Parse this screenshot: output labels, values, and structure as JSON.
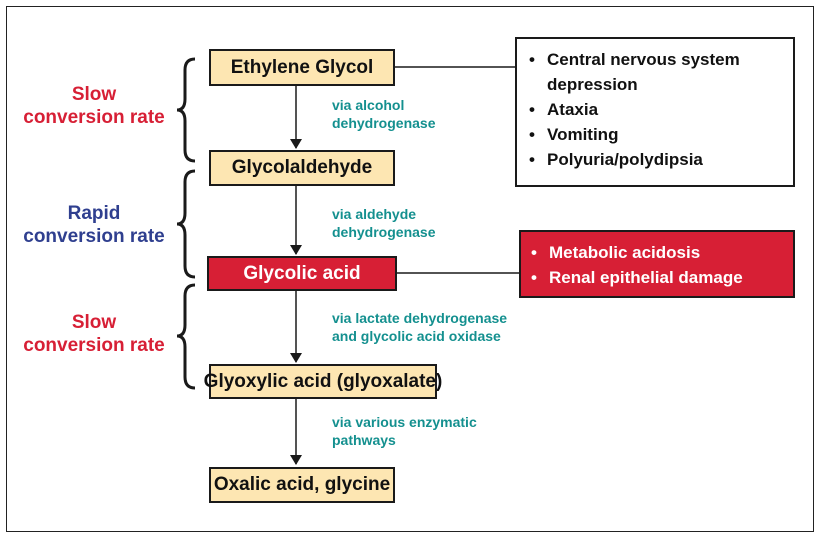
{
  "colors": {
    "node_fill": "#fde6b2",
    "node_highlight_fill": "#d71f35",
    "enzyme_text": "#14908f",
    "slow_rate_text": "#d71f35",
    "rapid_rate_text": "#2f3f8f",
    "line": "#1a1a1a"
  },
  "nodes": [
    {
      "label": "Ethylene Glycol"
    },
    {
      "label": "Glycolaldehyde"
    },
    {
      "label": "Glycolic acid"
    },
    {
      "label": "Glyoxylic acid (glyoxalate)"
    },
    {
      "label": "Oxalic acid, glycine"
    }
  ],
  "enzymes": [
    {
      "line1": "via alcohol",
      "line2": "dehydrogenase"
    },
    {
      "line1": "via aldehyde",
      "line2": "dehydrogenase"
    },
    {
      "line1": "via lactate dehydrogenase",
      "line2": "and glycolic acid oxidase"
    },
    {
      "line1": "via various enzymatic",
      "line2": "pathways"
    }
  ],
  "rates": [
    {
      "line1": "Slow",
      "line2": "conversion rate"
    },
    {
      "line1": "Rapid",
      "line2": "conversion rate"
    },
    {
      "line1": "Slow",
      "line2": "conversion rate"
    }
  ],
  "effects_cns": {
    "bullet": "•",
    "items": [
      "Central nervous system",
      "depression",
      "Ataxia",
      "Vomiting",
      "Polyuria/polydipsia"
    ]
  },
  "effects_renal": {
    "bullet": "•",
    "items": [
      "Metabolic acidosis",
      "Renal epithelial damage"
    ]
  }
}
